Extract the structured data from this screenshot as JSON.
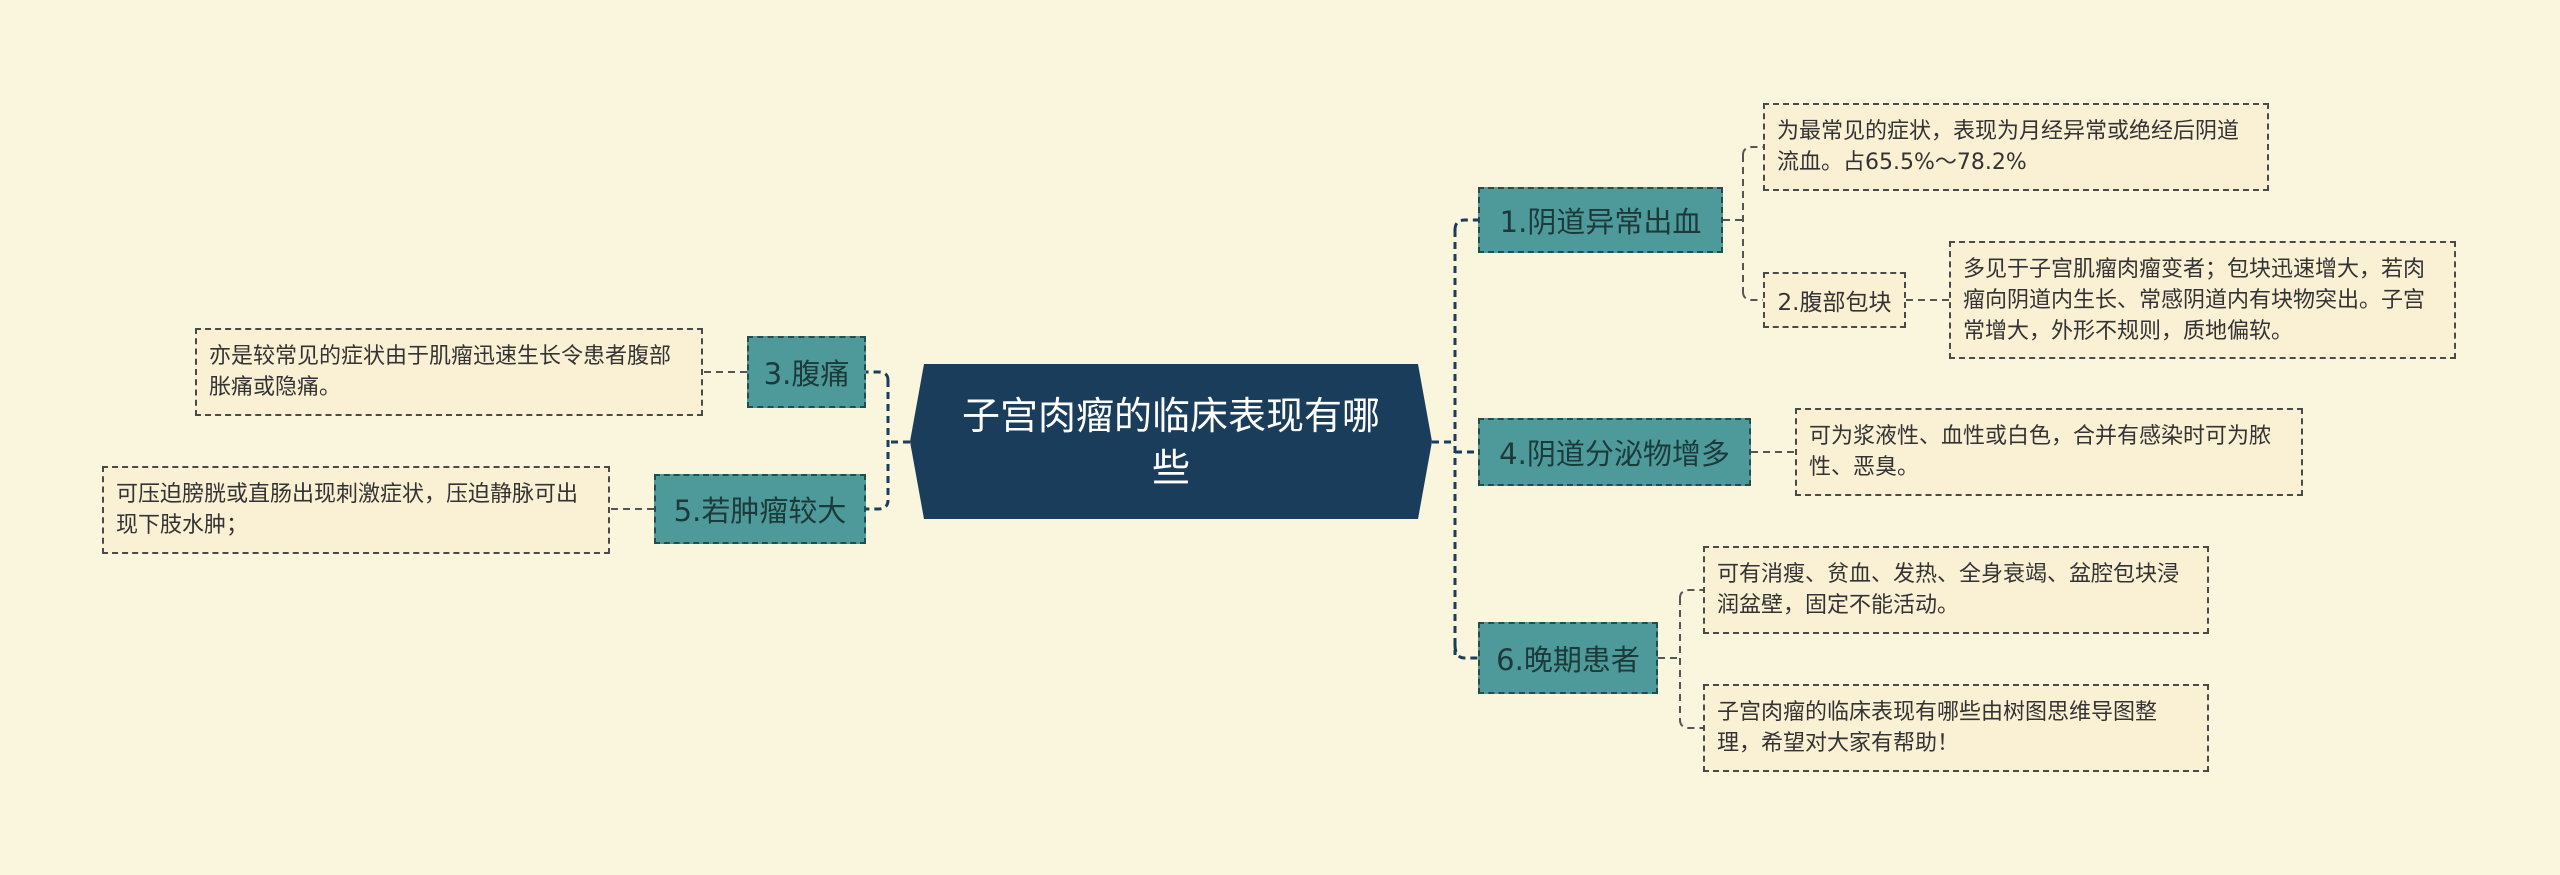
{
  "central": {
    "title": "子宫肉瘤的临床表现有哪些"
  },
  "branches": [
    {
      "label": "1.阴道异常出血",
      "leaves": [
        {
          "text": "为最常见的症状，表现为月经异常或绝经后阴道流血。占65.5%～78.2%"
        }
      ],
      "sub": {
        "label": "2.腹部包块",
        "leaf": {
          "text": "多见于子宫肌瘤肉瘤变者；包块迅速增大，若肉瘤向阴道内生长、常感阴道内有块物突出。子宫常增大，外形不规则，质地偏软。"
        }
      }
    },
    {
      "label": "4.阴道分泌物增多",
      "leaves": [
        {
          "text": "可为浆液性、血性或白色，合并有感染时可为脓性、恶臭。"
        }
      ]
    },
    {
      "label": "6.晚期患者",
      "leaves": [
        {
          "text": "可有消瘦、贫血、发热、全身衰竭、盆腔包块浸润盆壁，固定不能活动。"
        },
        {
          "text": "子宫肉瘤的临床表现有哪些由树图思维导图整理，希望对大家有帮助！"
        }
      ]
    },
    {
      "label": "3.腹痛",
      "leaves": [
        {
          "text": "亦是较常见的症状由于肌瘤迅速生长令患者腹部胀痛或隐痛。"
        }
      ]
    },
    {
      "label": "5.若肿瘤较大",
      "leaves": [
        {
          "text": "可压迫膀胱或直肠出现刺激症状，压迫静脉可出现下肢水肿；"
        }
      ]
    }
  ],
  "colors": {
    "background": "#faf5dd",
    "central": "#1b3d5c",
    "branch": "#4e9a9a",
    "leaf": "#faf1d4",
    "connector": "#1b3d5c"
  }
}
